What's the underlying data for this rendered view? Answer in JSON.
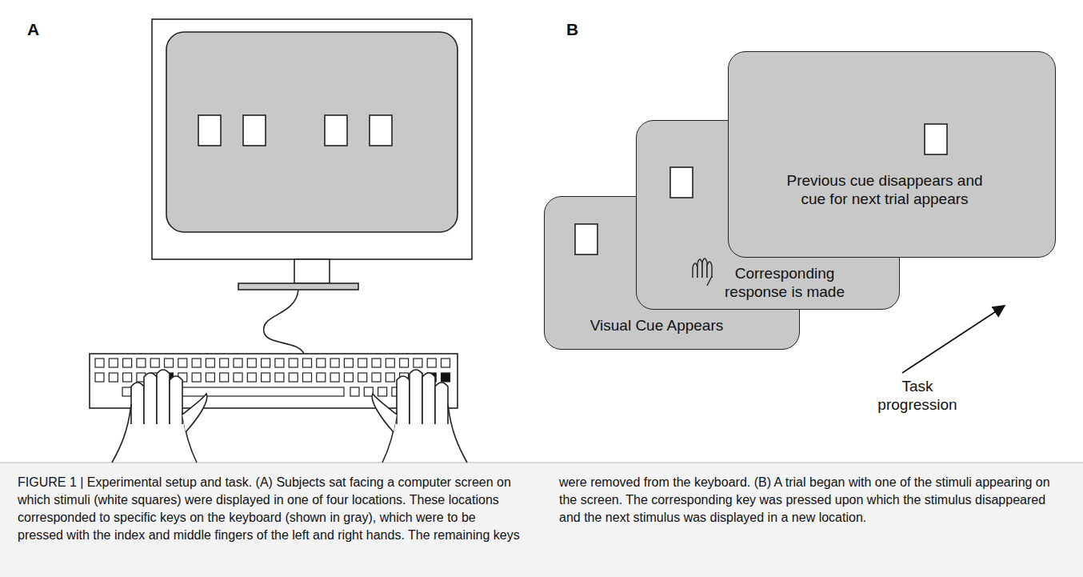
{
  "diagram": {
    "caption": "FIGURE 1 | Experimental setup and task. (A) Subjects sat facing a computer screen on which stimuli (white squares) were displayed in one of four locations. These locations corresponded to specific keys on the keyboard (shown in gray), which were to be pressed with the index and middle fingers of the left and right hands. The remaining keys were removed from the keyboard. (B) A trial began with one of the stimuli appearing on the screen. The corresponding key was pressed upon which the stimulus disappeared and the next stimulus was displayed in a new location.",
    "nodes": [
      {
        "text": [
          "Visual Cue Appears"
        ]
      },
      {
        "text": [
          "Corresponding response is made"
        ]
      },
      {
        "text": [
          "Previous cue disappears and cue for next trial appears"
        ]
      }
    ],
    "labels": [
      "A",
      "B",
      "Task progression"
    ]
  }
}
